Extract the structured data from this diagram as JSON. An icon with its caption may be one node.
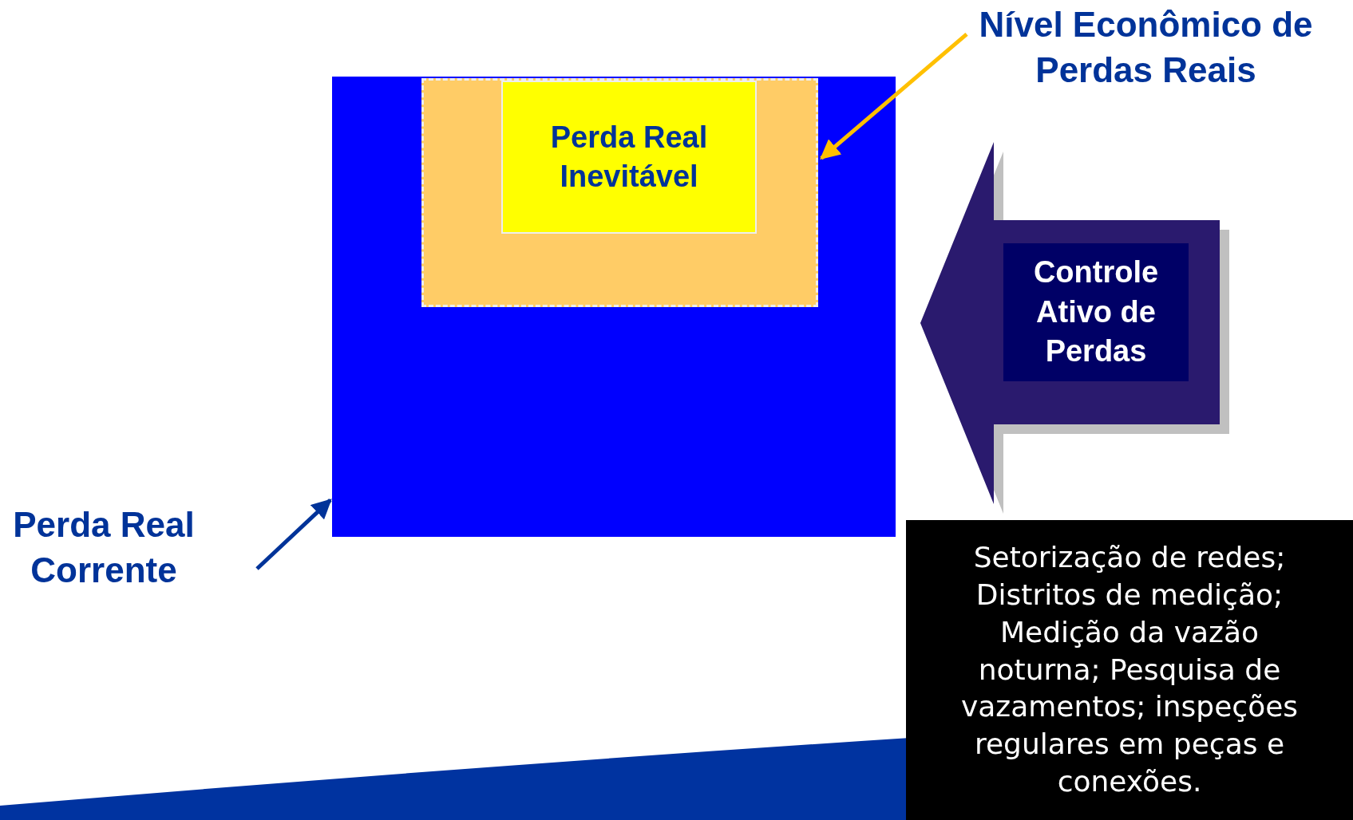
{
  "diagram": {
    "nodes": [
      {
        "text": [],
        "shape": "box"
      },
      {
        "text": [],
        "shape": "box",
        "in": 0
      },
      {
        "text": [
          "Perda Real Inevitável"
        ],
        "in": 1
      },
      {
        "text": [
          "Nível Econômico de Perdas Reais"
        ]
      },
      {
        "text": [
          "Perda Real Corrente"
        ]
      },
      {
        "text": [
          "Controle Ativo de Perdas"
        ]
      },
      {
        "text": [
          "Setorização de redes; Distritos de medição; Medição da vazão noturna; Pesquisa de vazamentos; inspeções regulares em peças e conexões."
        ]
      }
    ],
    "edges": [
      {
        "from": 3,
        "to": 1,
        "arrow": "to",
        "color": "#ffc000"
      },
      {
        "from": 4,
        "to": 0,
        "arrow": "to",
        "color": "#003399"
      }
    ]
  }
}
